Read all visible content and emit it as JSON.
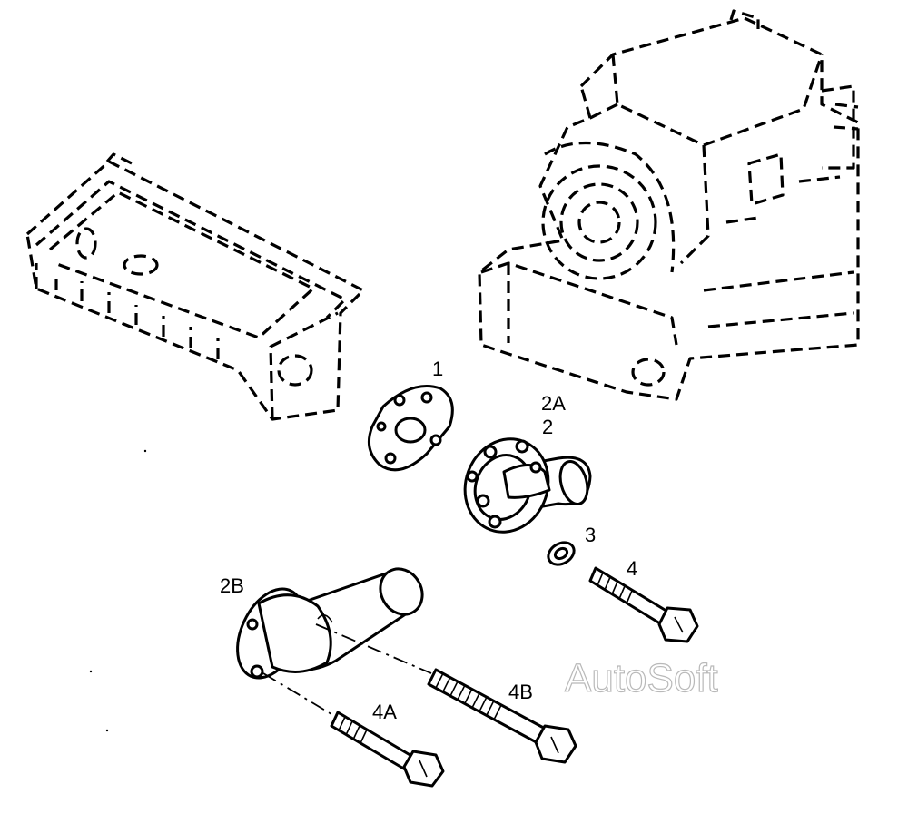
{
  "labels": {
    "part_1": "1",
    "part_2a": "2A",
    "part_2": "2",
    "part_3": "3",
    "part_4": "4",
    "part_2b": "2B",
    "part_4a": "4A",
    "part_4b": "4B"
  },
  "watermark": "AutoSoft"
}
